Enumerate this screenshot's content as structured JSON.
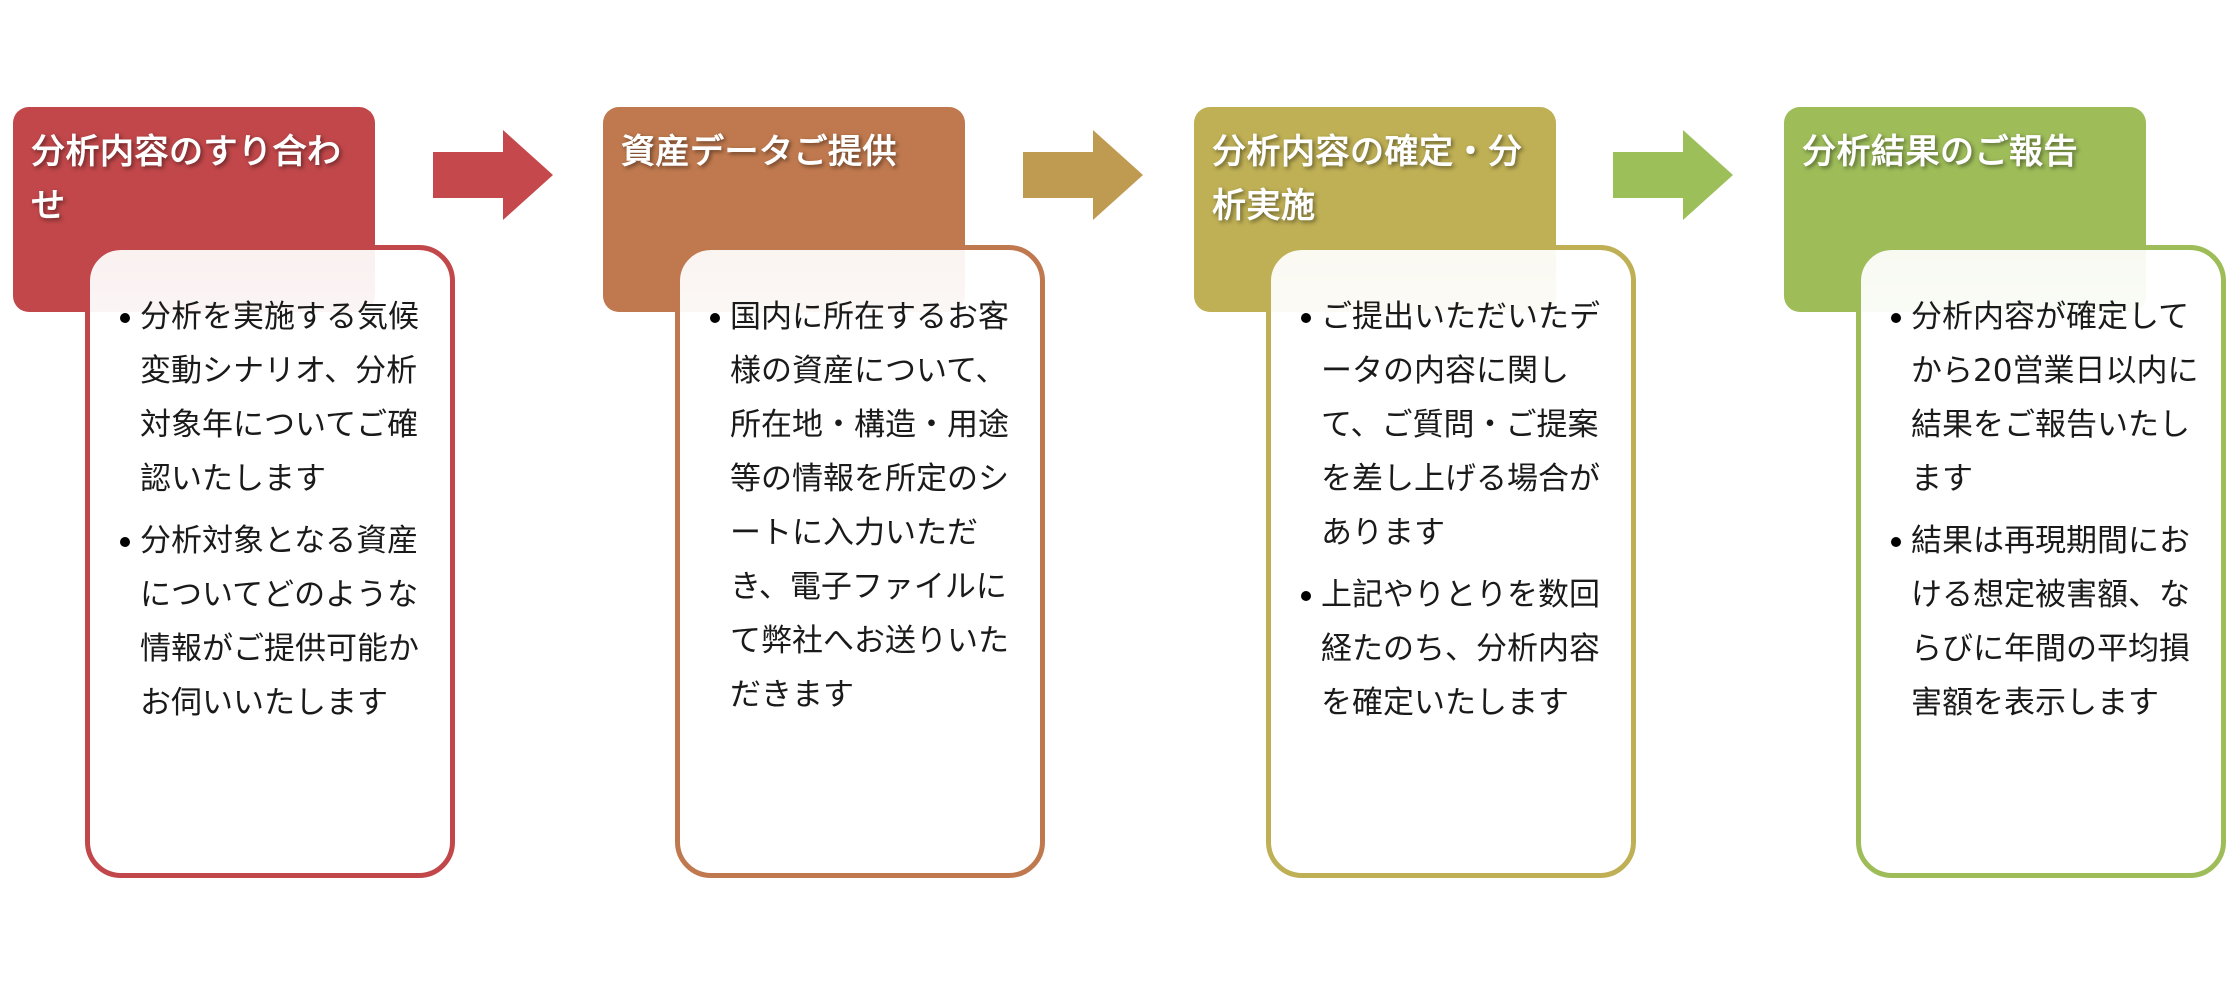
{
  "steps": [
    {
      "title": "分析内容のすり合わせ",
      "color": "#c1474a",
      "bullets": [
        "分析を実施する気候変動シナリオ、分析対象年についてご確認いたします",
        "分析対象となる資産についてどのような情報がご提供可能かお伺いいたします"
      ]
    },
    {
      "title": "資産データご提供",
      "color": "#c0794e",
      "bullets": [
        "国内に所在するお客様の資産について、所在地・構造・用途等の情報を所定のシートに入力いただき、電子ファイルにて弊社へお送りいただきます"
      ]
    },
    {
      "title": "分析内容の確定・分析実施",
      "color": "#bfb055",
      "bullets": [
        "ご提出いただいたデータの内容に関して、ご質問・ご提案を差し上げる場合があります",
        "上記やりとりを数回経たのち、分析内容を確定いたします"
      ]
    },
    {
      "title": "分析結果のご報告",
      "color": "#9ebd59",
      "bullets": [
        "分析内容が確定してから20営業日以内に結果をご報告いたします",
        "結果は再現期間における想定被害額、ならびに年間の平均損害額を表示します"
      ]
    }
  ],
  "arrows": [
    {
      "color": "#c5484c"
    },
    {
      "color": "#bf9b52"
    },
    {
      "color": "#9cbf5a"
    }
  ]
}
